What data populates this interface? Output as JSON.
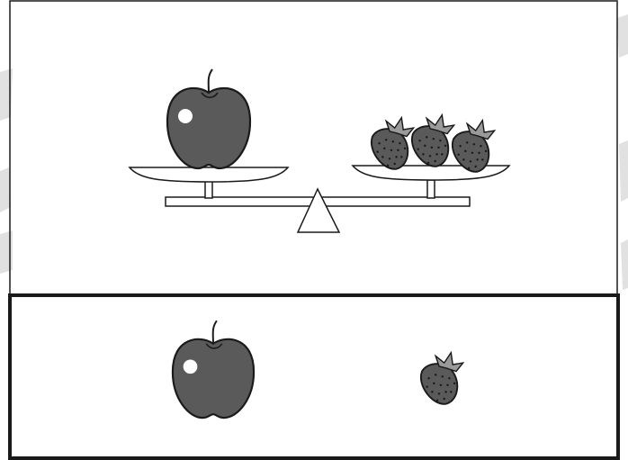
{
  "scene": {
    "balance": {
      "left_pan": {
        "fruit": "apple",
        "count": 1
      },
      "right_pan": {
        "fruit": "strawberry",
        "count": 3
      },
      "beam_state": "level"
    },
    "bottom_panel": {
      "items": [
        {
          "fruit": "apple",
          "count": 1
        },
        {
          "fruit": "strawberry",
          "count": 1
        }
      ]
    }
  },
  "colors": {
    "fruit_fill": "#5a5a5a",
    "leaf_fill": "#9a9a9a",
    "outline": "#1a1a1a",
    "highlight": "#ffffff",
    "background_smudge": "#c8c8c8"
  },
  "icons": [
    "apple-icon",
    "strawberry-icon",
    "fulcrum-icon",
    "scale-pan-icon"
  ]
}
